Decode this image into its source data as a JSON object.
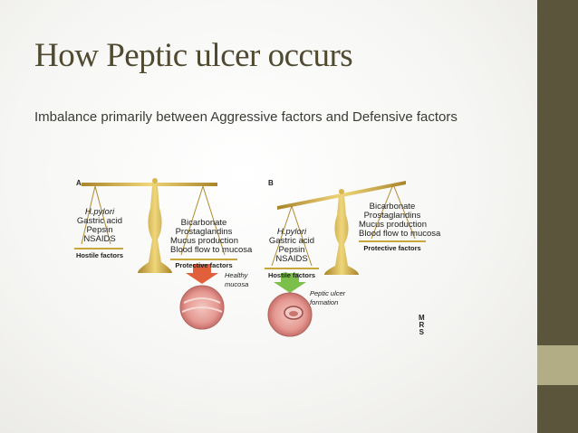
{
  "slide": {
    "title": "How Peptic ulcer occurs",
    "body": "Imbalance primarily between Aggressive factors and Defensive factors"
  },
  "figure": {
    "panel_a": {
      "letter": "A",
      "left_pan": [
        "H.pylori",
        "Gastric acid",
        "Pepsin",
        "NSAIDS"
      ],
      "left_caption": "Hostile factors",
      "right_pan": [
        "Bicarbonate",
        "Prostaglandins",
        "Mucus production",
        "Blood flow to mucosa"
      ],
      "right_caption": "Protective factors",
      "mucosa_label": [
        "Healthy",
        "mucosa"
      ]
    },
    "panel_b": {
      "letter": "B",
      "left_pan": [
        "H.pylori",
        "Gastric acid",
        "Pepsin",
        "NSAIDS"
      ],
      "left_caption": "Hostile factors",
      "right_pan": [
        "Bicarbonate",
        "Prostaglandins",
        "Mucus production",
        "Blood flow to mucosa"
      ],
      "right_caption": "Protective factors",
      "mucosa_label": [
        "Peptic ulcer",
        "formation"
      ]
    },
    "logo": [
      "M",
      "R",
      "S"
    ]
  },
  "colors": {
    "sidebar": "#5a553b",
    "sidebar_accent": "#b3ad85",
    "title": "#504a30",
    "gold": "#c9a73c",
    "arrow_red": "#e0603c",
    "arrow_green": "#7cc04b",
    "tissue": "#e8a9a4"
  }
}
